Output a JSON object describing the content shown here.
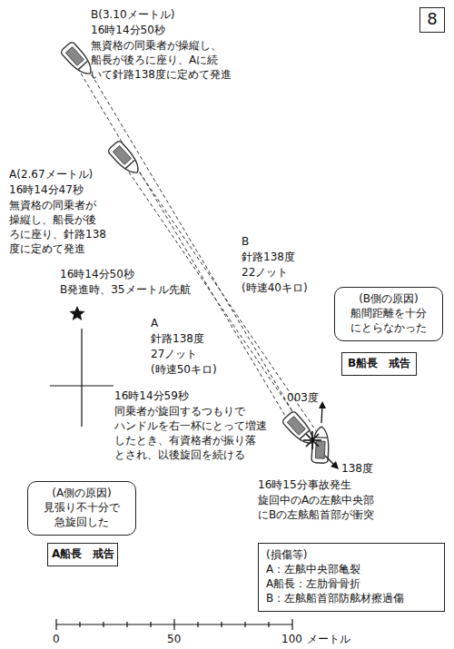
{
  "diagram": {
    "nodes": [
      {
        "text": [
          "8"
        ]
      },
      {
        "text": [
          "(B側の原因)",
          "船間距離を十分 にとらなかった"
        ]
      },
      {
        "text": [
          "B船長　戒告"
        ]
      },
      {
        "text": [
          "(損傷等)",
          "A：左舷中央部亀裂",
          "A船長：左肋骨骨折",
          "B：左舷船首部防舷材擦過傷"
        ]
      },
      {
        "text": [
          "(A側の原因)",
          "見張り不十分で 急旋回した"
        ]
      },
      {
        "text": [
          "A船長　戒告"
        ]
      }
    ],
    "labels": [
      "B(3.10メートル)",
      "16時14分50秒",
      "無資格の同乗者が操縦し、 船長が後ろに座り、Aに続 いて針路138度に定めて発進",
      "A(2.67メートル)",
      "16時14分47秒",
      "無資格の同乗者が 操縦し、船長が後 ろに座り、針路138 度に定めて発進",
      "16時14分50秒",
      "B発進時、35メートル先航",
      "B",
      "針路138度",
      "22ノット",
      "(時速40キロ)",
      "A",
      "針路138度",
      "27ノット",
      "(時速50キロ)",
      "16時14分59秒",
      "同乗者が旋回するつもりで ハンドルを右一杯にとって増速 したとき、有資格者が振り落 とされ、以後旋回を続ける",
      "003度",
      "138度",
      "16時15分事故発生",
      "旋回中のAの左舷中央部 にBの左舷船首部が衝突",
      "0",
      "50",
      "100",
      "メートル"
    ]
  }
}
